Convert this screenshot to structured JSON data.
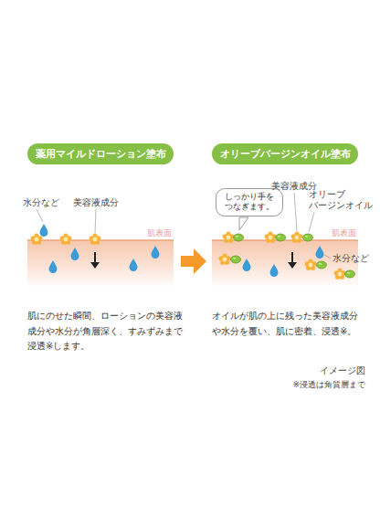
{
  "diagram": {
    "nodes": [
      {
        "text": [
          "薬用マイルドローション塗布"
        ]
      },
      {
        "text": [
          "オリーブバージンオイル塗布"
        ]
      },
      {
        "text": [
          "しっかり手を つなぎます。"
        ]
      }
    ],
    "labels": [
      "水分など",
      "美容液成分",
      "肌表面",
      "美容液成分",
      "オリーブ バージンオイル",
      "肌表面",
      "水分など",
      "肌にのせた瞬間、ローションの美容液 成分や水分が角層深く、すみずみまで 浸透※します。",
      "オイルが肌の上に残った美容液成分 や水分を覆い、肌に密着、浸透※。",
      "イメージ図",
      "※浸透は角質層まで"
    ]
  }
}
